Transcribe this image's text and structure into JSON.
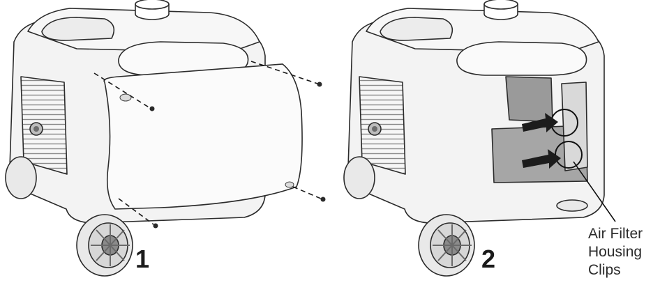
{
  "steps": [
    {
      "number": "1",
      "description": ""
    },
    {
      "number": "2",
      "description": ""
    }
  ],
  "callout": {
    "lines": [
      "Air Filter",
      "Housing",
      "Clips"
    ]
  },
  "colors": {
    "body_fill": "#f3f3f3",
    "outline": "#2b2b2b",
    "grille": "#8a8a8a",
    "arrow": "#1c1c1c",
    "panel_fill": "#fbfbfb",
    "wheel": "#e9e9e9",
    "dark_part": "#555555"
  },
  "icons": [
    "generator-illustration",
    "side-panel",
    "screw-icon",
    "arrow-icon",
    "highlight-circle"
  ]
}
